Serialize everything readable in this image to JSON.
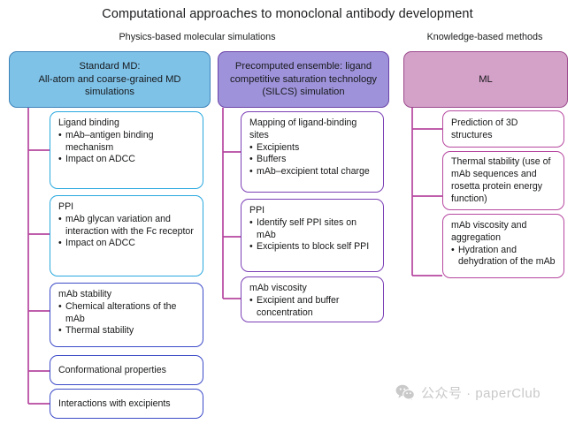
{
  "title": "Computational approaches to monoclonal antibody development",
  "groups": [
    {
      "id": "physics",
      "label": "Physics-based molecular simulations"
    },
    {
      "id": "knowledge",
      "label": "Knowledge-based methods"
    }
  ],
  "columns": [
    {
      "id": "standard-md",
      "header": "Standard MD:\nAll-atom and coarse-grained MD simulations",
      "header_color": "#7fc2e8",
      "header_border": "#3c83b8",
      "items": [
        {
          "heading": "Ligand binding",
          "bullets": [
            "mAb–antigen binding mechanism",
            "Impact on ADCC"
          ]
        },
        {
          "heading": "PPI",
          "bullets": [
            "mAb glycan variation and interaction with the Fc receptor",
            "Impact on ADCC"
          ]
        },
        {
          "heading": "mAb stability",
          "bullets": [
            "Chemical alterations of the mAb",
            "Thermal stability"
          ]
        },
        {
          "heading": "Conformational properties",
          "bullets": []
        },
        {
          "heading": "Interactions with excipients",
          "bullets": []
        }
      ]
    },
    {
      "id": "silcs",
      "header": "Precomputed ensemble: ligand competitive saturation technology (SILCS) simulation",
      "header_color": "#9e93da",
      "header_border": "#6a42a8",
      "items": [
        {
          "heading": "Mapping of ligand-binding sites",
          "bullets": [
            "Excipients",
            "Buffers",
            "mAb–excipient total charge"
          ]
        },
        {
          "heading": "PPI",
          "bullets": [
            "Identify self PPI sites on mAb",
            "Excipients to block self PPI"
          ]
        },
        {
          "heading": "mAb viscosity",
          "bullets": [
            "Excipient and buffer concentration"
          ]
        }
      ]
    },
    {
      "id": "ml",
      "header": "ML",
      "header_color": "#d4a1c8",
      "header_border": "#9c4c8e",
      "items": [
        {
          "heading": "Prediction of 3D structures",
          "bullets": []
        },
        {
          "heading": "Thermal stability (use of mAb sequences and rosetta protein energy function)",
          "bullets": []
        },
        {
          "heading": "mAb viscosity and aggregation",
          "bullets": [
            "Hydration and dehydration of the mAb"
          ]
        }
      ]
    }
  ],
  "connector_color": "#b6479f",
  "watermark": {
    "icon": "wechat-icon",
    "text": "公众号 · paperClub"
  }
}
